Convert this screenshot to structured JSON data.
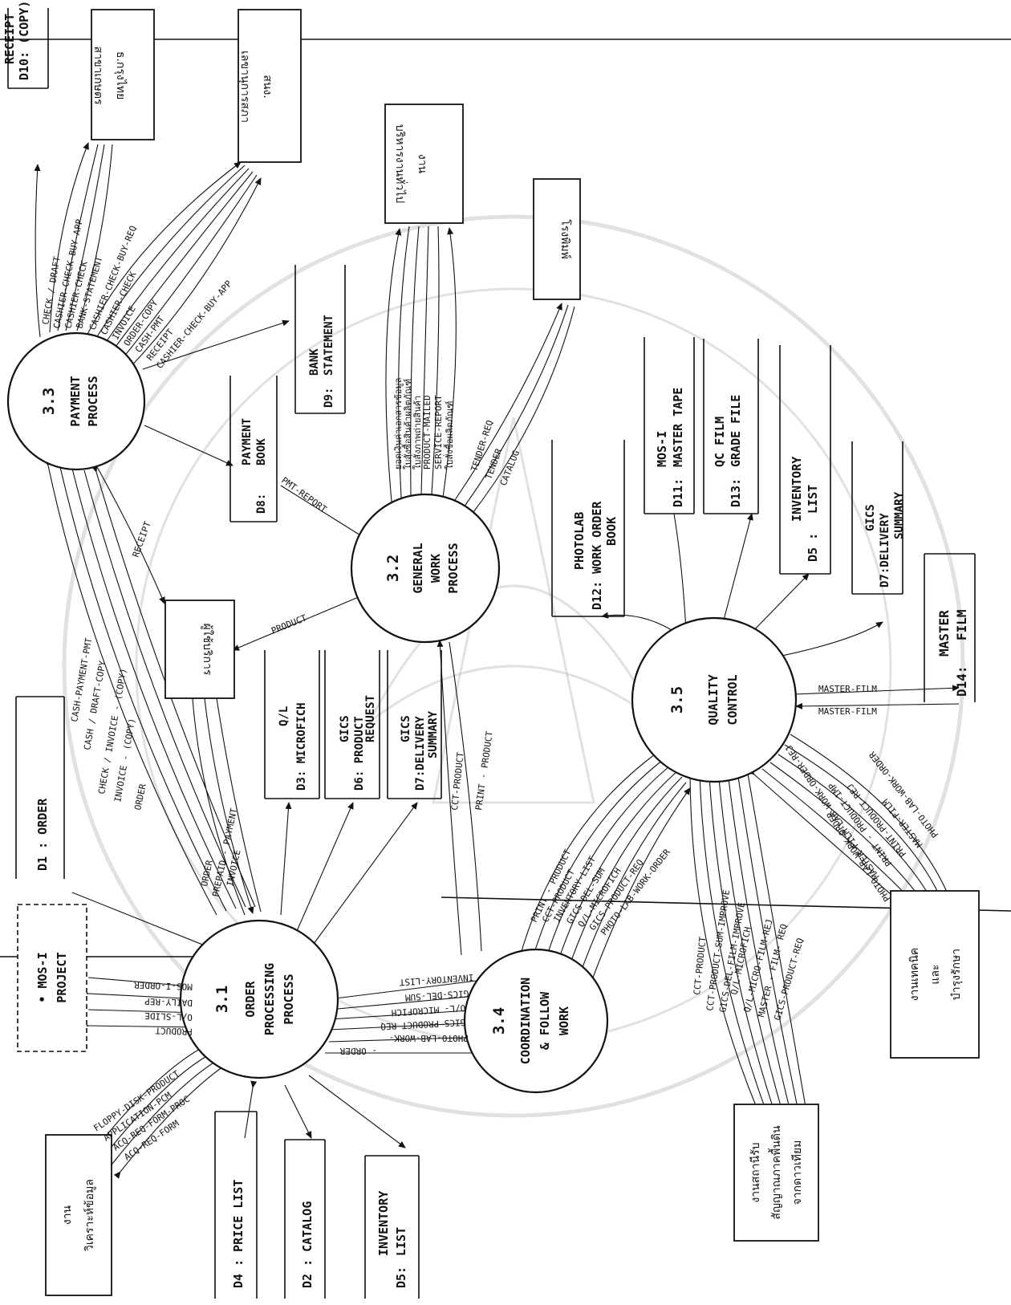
{
  "processes": {
    "p31": {
      "id": "3.1",
      "line1": "ORDER",
      "line2": "PROCESSING",
      "line3": "PROCESS"
    },
    "p32": {
      "id": "3.2",
      "line1": "GENERAL",
      "line2": "WORK",
      "line3": "PROCESS"
    },
    "p33": {
      "id": "3.3",
      "line1": "PAYMENT",
      "line2": "PROCESS"
    },
    "p34": {
      "id": "3.4",
      "line1": "COORDINATION",
      "line2": "& FOLLOW",
      "line3": "WORK"
    },
    "p35": {
      "id": "3.5",
      "line1": "QUALITY",
      "line2": "CONTROL"
    }
  },
  "stores": {
    "d1": {
      "label": "D1 : ORDER"
    },
    "d10": {
      "line1": "D10: (COPY)",
      "line2": "RECEIPT"
    },
    "d8": {
      "line1": "D8:",
      "line2": "PAYMENT",
      "line3": "BOOK"
    },
    "d9": {
      "line1": "D9:",
      "line2": "BANK",
      "line3": "STATEMENT"
    },
    "d3": {
      "line1": "D3: MICROFICH",
      "line2": "Q/L"
    },
    "d6": {
      "line1": "D6: PRODUCT",
      "line2": "GICS",
      "line3": "REQUEST"
    },
    "d7a": {
      "line1": "D7:DELIVERY",
      "line2": "GICS",
      "line3": "SUMMARY"
    },
    "d12": {
      "line1": "D12: WORK ORDER",
      "line2": "PHOTOLAB",
      "line3": "BOOK"
    },
    "d11": {
      "line1": "D11:",
      "line2": "MOS-I",
      "line3": "MASTER TAPE"
    },
    "d13": {
      "line1": "D13:",
      "line2": "QC FILM",
      "line3": "GRADE FILE"
    },
    "d5a": {
      "line1": "D5 :",
      "line2": "INVENTORY",
      "line3": "LIST"
    },
    "d7b": {
      "line1": "D7:DELIVERY",
      "line2": "GICS",
      "line3": "SUMMARY"
    },
    "d14": {
      "line1": "D14:",
      "line2": "MASTER",
      "line3": "FILM"
    },
    "d4": {
      "label": "D4 : PRICE LIST"
    },
    "d2": {
      "label": "D2 : CATALOG"
    },
    "d5b": {
      "line1": "D5:",
      "line2": "INVENTORY",
      "line3": "LIST"
    }
  },
  "entities": {
    "bank": {
      "line1": "ธ.กรุงไทย",
      "line2": "สาขาเกษตร"
    },
    "council": {
      "line1": "สนง.",
      "line2": "เลขานุการสภา"
    },
    "admin": {
      "line1": "งาน",
      "line2": "บริหารงานทั่วไป"
    },
    "printer": {
      "line1": "โรงพิมพ์"
    },
    "customer": {
      "line1": "ผู้ใช้บริการ"
    },
    "mos": {
      "line1": "• MOS-I",
      "line2": "PROJECT"
    },
    "analysis": {
      "line1": "งาน",
      "line2": "วิเคราะห์ข้อมูล"
    },
    "tech": {
      "line1": "งานเทคนิค",
      "line2": "และ",
      "line3": "บำรุงรักษา"
    },
    "station": {
      "line1": "งานสถานีรับ",
      "line2": "สัญญาณภาคพื้นดิน",
      "line3": "จากดาวเทียม"
    }
  },
  "flows": {
    "payment_out": [
      "CHECK / DRAFT",
      "CASHIER-CHECK-BUY-APP",
      "CASHIER-CHECK",
      "BANK-STATEMENT",
      "CASHIER-CHECK-BUY-REQ",
      "CASHIER-CHECK",
      "INVOICE",
      "ORDER-COPY",
      "CASH-PMT",
      "RECEIPT",
      "CASHIER-CHECK-BUY-APP"
    ],
    "payment_in": [
      "CASH-PAYMENT-PMT",
      "CASH / DRAFT-COPY",
      "CHECK / INVOICE - (COPY)",
      "INVOICE - (COPY)",
      "ORDER"
    ],
    "receipt": "RECEIPT",
    "pmt_report": "PMT-REPORT",
    "product": "PRODUCT",
    "general": [
      "ยอดเงินค่าเอกสารข้อมูล",
      "ใบสั่งซื้อสินค้าผลิตภัณฑ์",
      "ใบสั่งภาพถ่ายสินค้า",
      "PRODUCT-MAILED",
      "SERVICE-REPORT",
      "ใบสั่งซื้อผลิตภัณฑ์"
    ],
    "printer": [
      "TENDER-REQ",
      "TENDER",
      "CATALOG"
    ],
    "customer_order": [
      "ORDER",
      "PREPAID - PAYMENT",
      "INVOICE"
    ],
    "mos": [
      "MOS-I-ORDER",
      "DAILY-REP",
      "O/L-SLIDE",
      "PRODUCT"
    ],
    "analysis": [
      "FLOPPY-DISK-PRODUCT",
      "APPLICATION-PCM",
      "ACQ-REQ-FORM-PROC",
      "ACQ-REQ-FORM"
    ],
    "coord": [
      "INVENTORY-LIST",
      "GICS-DEL-SUM",
      "O/L- MICROFICH",
      "GICS PRODUCT REQ",
      "PHOTO-LAB-WORK-",
      "- ORDER"
    ],
    "coord_up": [
      "CCT-PRODUCT",
      "PRINT - PRODUCT"
    ],
    "qc_coord": [
      "PRINT - PRODUCT",
      "CCT-PRODUCT",
      "INVENTORY-LIST",
      "GICS-DEL-SUM",
      "Q/L-MICROFICH",
      "GICS-PRODUCT-REQ",
      "PHOTO-LAB-WORK-ORDER"
    ],
    "master_film": [
      "MASTER-FILM",
      "MASTER-FILM"
    ],
    "qc_tech": [
      "PHOTO-LAB-WORK-ORDER",
      "MASTER-FILM",
      "PRINT-PRODUCT-REJ",
      "PRINT - PRODUCT-IMP",
      "MASTER-FILM-LAB-WORK-ORDER-REJ",
      "PHOTO-LAB-WORK-ORDER"
    ],
    "qc_station": [
      "CCT-PRODUCT",
      "CCT-PRODUCT-SUM-IMPROVE",
      "GICS-DEL-FILM-IMPROVE",
      "Q/L-MICROFICH",
      "Q/L-MICRO-FILM-REJ",
      "MASTER - FILM- REQ",
      "GICS-PRODUCT-REQ"
    ]
  }
}
